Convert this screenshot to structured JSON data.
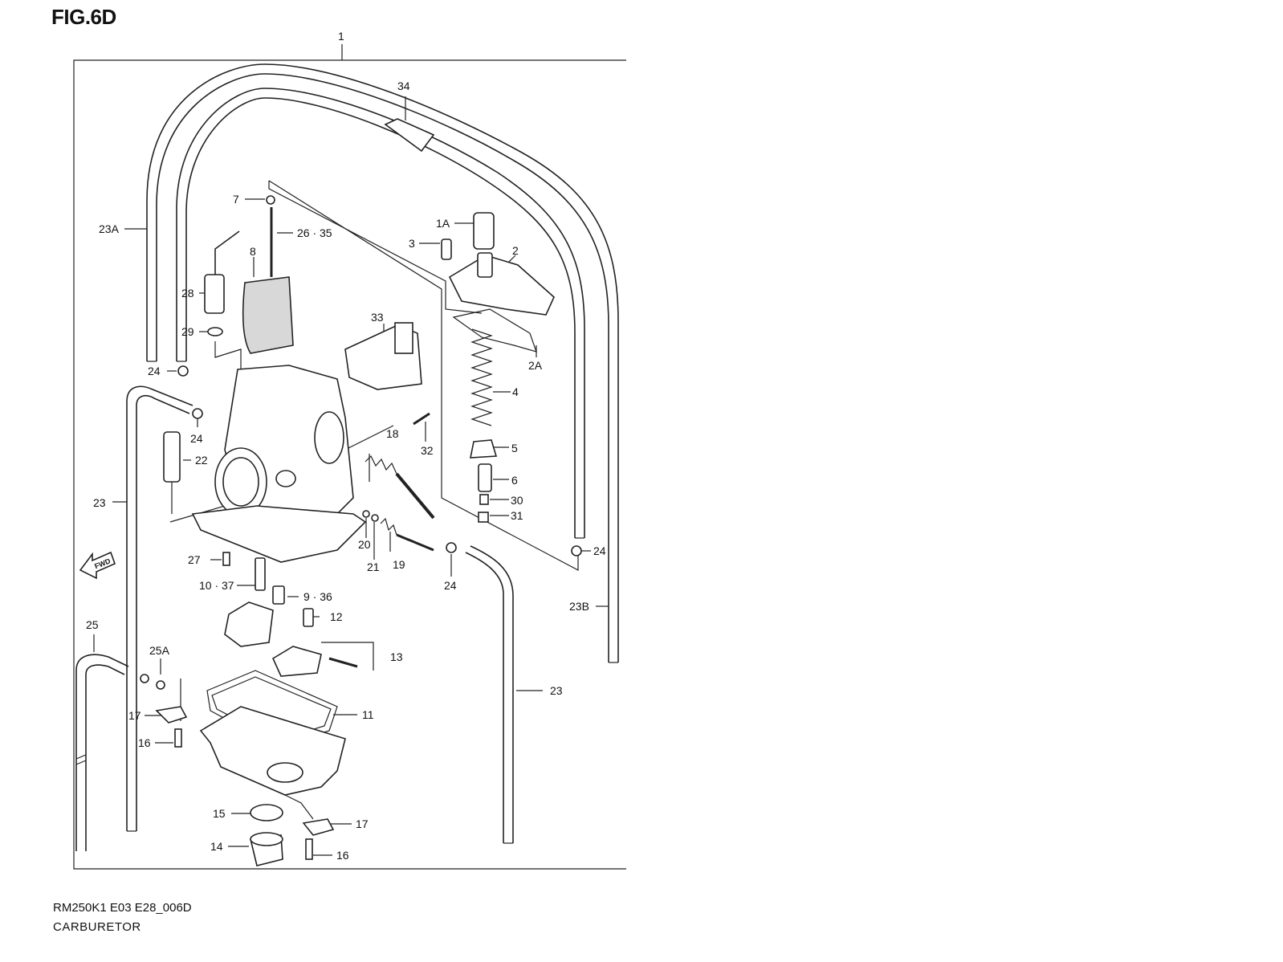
{
  "figure": {
    "title": "FIG.6D"
  },
  "footer": {
    "model_code": "RM250K1 E03 E28_006D",
    "section_name": "CARBURETOR"
  },
  "fwd_label": "FWD",
  "callouts": [
    {
      "id": "c1",
      "label": "1"
    },
    {
      "id": "c34",
      "label": "34"
    },
    {
      "id": "c23A",
      "label": "23A"
    },
    {
      "id": "c7",
      "label": "7"
    },
    {
      "id": "c2635",
      "label": "26 · 35"
    },
    {
      "id": "c8",
      "label": "8"
    },
    {
      "id": "c28",
      "label": "28"
    },
    {
      "id": "c29",
      "label": "29"
    },
    {
      "id": "c1A",
      "label": "1A"
    },
    {
      "id": "c3",
      "label": "3"
    },
    {
      "id": "c2",
      "label": "2"
    },
    {
      "id": "c33",
      "label": "33"
    },
    {
      "id": "c2A",
      "label": "2A"
    },
    {
      "id": "c4",
      "label": "4"
    },
    {
      "id": "c24a",
      "label": "24"
    },
    {
      "id": "c24b",
      "label": "24"
    },
    {
      "id": "c18",
      "label": "18"
    },
    {
      "id": "c32",
      "label": "32"
    },
    {
      "id": "c5",
      "label": "5"
    },
    {
      "id": "c22",
      "label": "22"
    },
    {
      "id": "c6",
      "label": "6"
    },
    {
      "id": "c23a",
      "label": "23"
    },
    {
      "id": "c30",
      "label": "30"
    },
    {
      "id": "c31",
      "label": "31"
    },
    {
      "id": "c24c",
      "label": "24"
    },
    {
      "id": "c20",
      "label": "20"
    },
    {
      "id": "c27",
      "label": "27"
    },
    {
      "id": "c21",
      "label": "21"
    },
    {
      "id": "c19",
      "label": "19"
    },
    {
      "id": "c24d",
      "label": "24"
    },
    {
      "id": "c1037",
      "label": "10 · 37"
    },
    {
      "id": "c936",
      "label": "9 · 36"
    },
    {
      "id": "c23B",
      "label": "23B"
    },
    {
      "id": "c12",
      "label": "12"
    },
    {
      "id": "c25",
      "label": "25"
    },
    {
      "id": "c25A",
      "label": "25A"
    },
    {
      "id": "c13",
      "label": "13"
    },
    {
      "id": "c23b",
      "label": "23"
    },
    {
      "id": "c17a",
      "label": "17"
    },
    {
      "id": "c11",
      "label": "11"
    },
    {
      "id": "c16a",
      "label": "16"
    },
    {
      "id": "c15",
      "label": "15"
    },
    {
      "id": "c17b",
      "label": "17"
    },
    {
      "id": "c14",
      "label": "14"
    },
    {
      "id": "c16b",
      "label": "16"
    }
  ]
}
